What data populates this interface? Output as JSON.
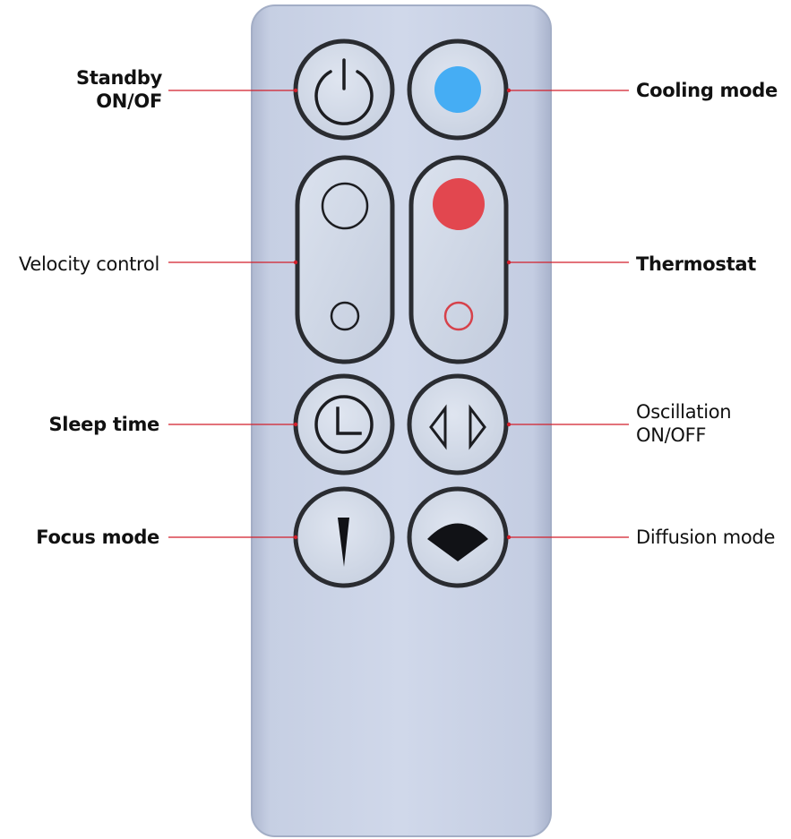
{
  "colors": {
    "remote_body": "#c9d2e6",
    "remote_edge": "#9ea9c1",
    "button_face": "#d3dbe9",
    "button_outline": "#2a2c31",
    "icon_dark": "#1c1d21",
    "cooling_dot": "#45adf4",
    "thermo_dot": "#e2474f",
    "thermo_ring": "#d6414a",
    "leader_line": "#d21f2b"
  },
  "buttons": {
    "standby": {
      "icon": "power-icon"
    },
    "cooling": {
      "icon": "blue-dot-icon"
    },
    "velocity": {
      "icons": [
        "large-circle-icon",
        "small-circle-icon"
      ]
    },
    "thermostat": {
      "icons": [
        "red-dot-icon",
        "red-ring-icon"
      ]
    },
    "sleep": {
      "icon": "clock-icon"
    },
    "oscillation": {
      "icon": "oscillation-arrows-icon"
    },
    "focus": {
      "icon": "focus-wedge-icon"
    },
    "diffusion": {
      "icon": "diffusion-fan-icon"
    }
  },
  "labels": {
    "standby": [
      "Standby",
      "ON/OF"
    ],
    "cooling": "Cooling mode",
    "velocity": "Velocity control",
    "thermostat": "Thermostat",
    "sleep": "Sleep time",
    "oscillation": [
      "Oscillation",
      "ON/OFF"
    ],
    "focus": "Focus mode",
    "diffusion": "Diffusion mode"
  }
}
